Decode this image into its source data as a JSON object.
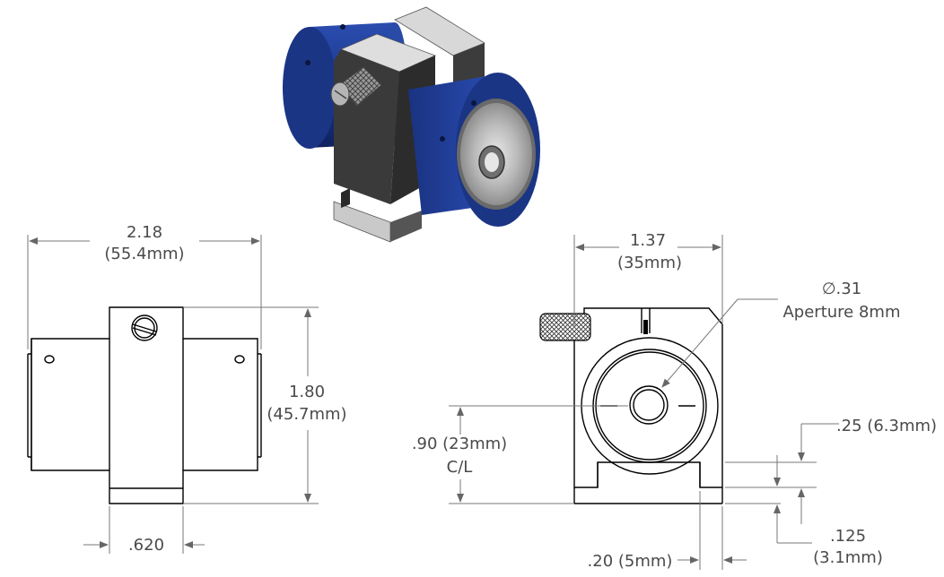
{
  "dimensions": {
    "front_width": "2.18",
    "front_width_mm": "(55.4mm)",
    "height": "1.80",
    "height_mm": "(45.7mm)",
    "slot_width": ".620",
    "side_width": "1.37",
    "side_width_mm": "(35mm)",
    "aperture_dia": "∅.31",
    "aperture_label": "Aperture 8mm",
    "centerline_height": ".90 (23mm)",
    "centerline_label": "C/L",
    "foot_height": ".25 (6.3mm)",
    "foot_step": ".125",
    "foot_step_mm": "(3.1mm)",
    "foot_width": ".20 (5mm)"
  },
  "colors": {
    "anodized_body": "#1f3a8c",
    "clamp_block": "#3a3a3a",
    "outline": "#000000",
    "dimension_text": "#4a4a4a"
  },
  "icons": [
    "3d-model-render"
  ]
}
